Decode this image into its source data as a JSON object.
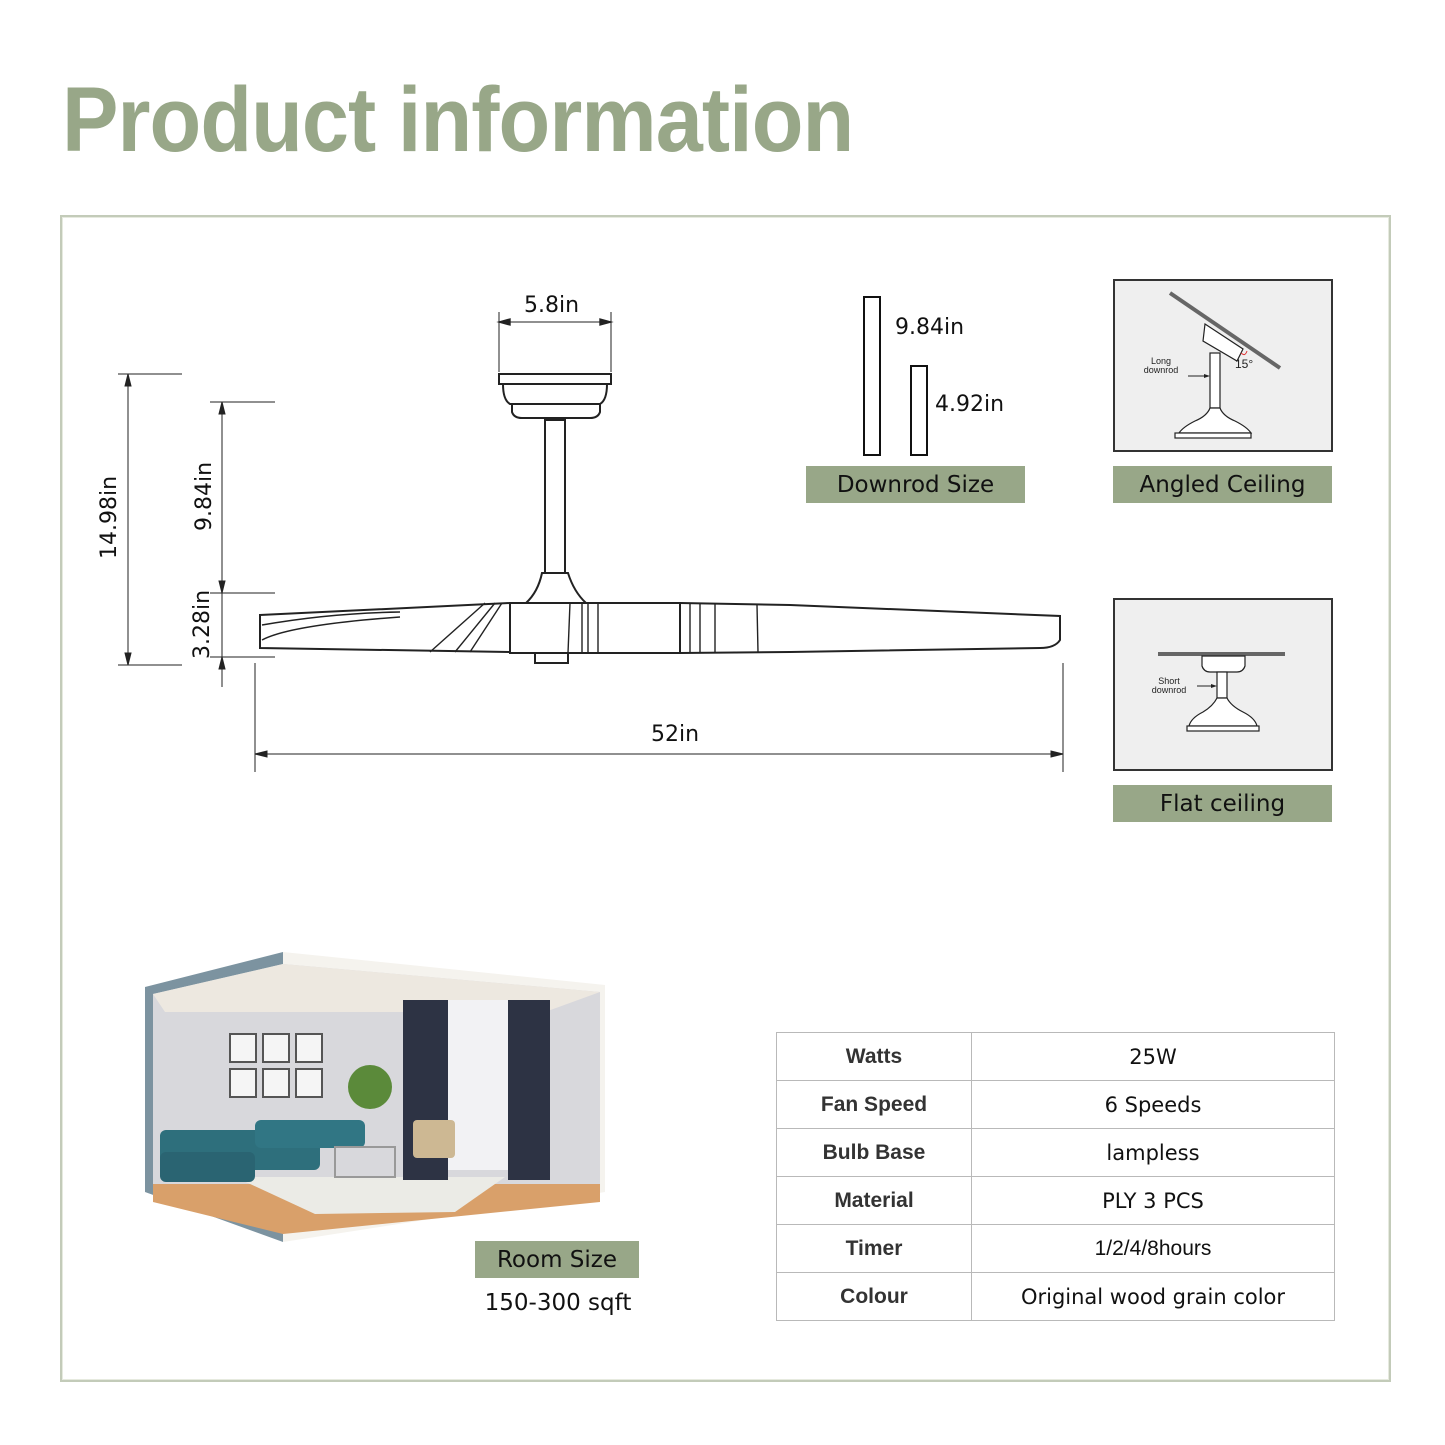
{
  "page": {
    "title": "Product information",
    "accent_color": "#98a788",
    "border_color": "#c3cbb9"
  },
  "fan_diagram": {
    "canopy_width": "5.8in",
    "total_height": "14.98in",
    "downrod_length": "9.84in",
    "motor_height": "3.28in",
    "blade_span": "52in"
  },
  "downrod": {
    "long": "9.84in",
    "short": "4.92in",
    "label": "Downrod Size"
  },
  "angled_ceiling": {
    "label": "Angled Ceiling",
    "annotation": "Long downrod",
    "angle": "15°"
  },
  "flat_ceiling": {
    "label": "Flat ceiling",
    "annotation": "Short downrod"
  },
  "room": {
    "label": "Room Size",
    "value": "150-300 sqft",
    "image": "living-room-illustration"
  },
  "specs": [
    {
      "key": "Watts",
      "value": "25W"
    },
    {
      "key": "Fan Speed",
      "value": "6 Speeds"
    },
    {
      "key": "Bulb Base",
      "value": "lampless"
    },
    {
      "key": "Material",
      "value": "PLY 3 PCS"
    },
    {
      "key": "Timer",
      "value": "1/2/4/8hours"
    },
    {
      "key": "Colour",
      "value": "Original wood grain color"
    }
  ]
}
